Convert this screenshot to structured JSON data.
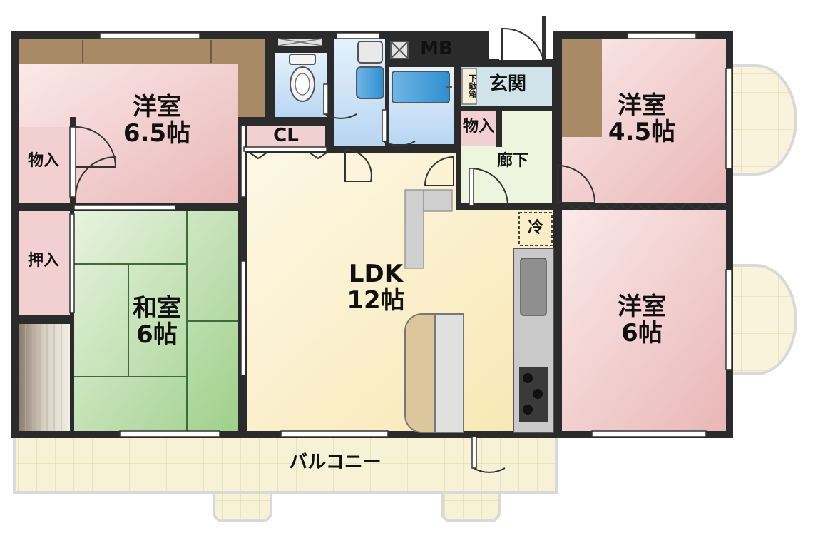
{
  "rooms": {
    "western_65": {
      "name": "洋室",
      "size": "6.5帖"
    },
    "western_45": {
      "name": "洋室",
      "size": "4.5帖"
    },
    "western_6": {
      "name": "洋室",
      "size": "6帖"
    },
    "japanese": {
      "name": "和室",
      "size": "6帖"
    },
    "ldk": {
      "name": "LDK",
      "size": "12帖"
    }
  },
  "labels": {
    "storage_left": "物入",
    "closet_left": "押入",
    "cl": "CL",
    "mb": "MB",
    "entrance": "玄関",
    "storage_entry": "物入",
    "hallway": "廊下",
    "fridge": "冷",
    "shoebox": "下駄箱",
    "balcony": "バルコニー"
  },
  "colors": {
    "wall": "#2b2b2b",
    "western_floor": "#f2cfd0",
    "tatami": "#cfe6c2",
    "ldk_floor": "#fbf1cf",
    "wet_area": "#cfe3f7",
    "balcony": "#f7f2d6",
    "closet_wood": "#a98a66",
    "hall_floor": "#eef5df"
  }
}
